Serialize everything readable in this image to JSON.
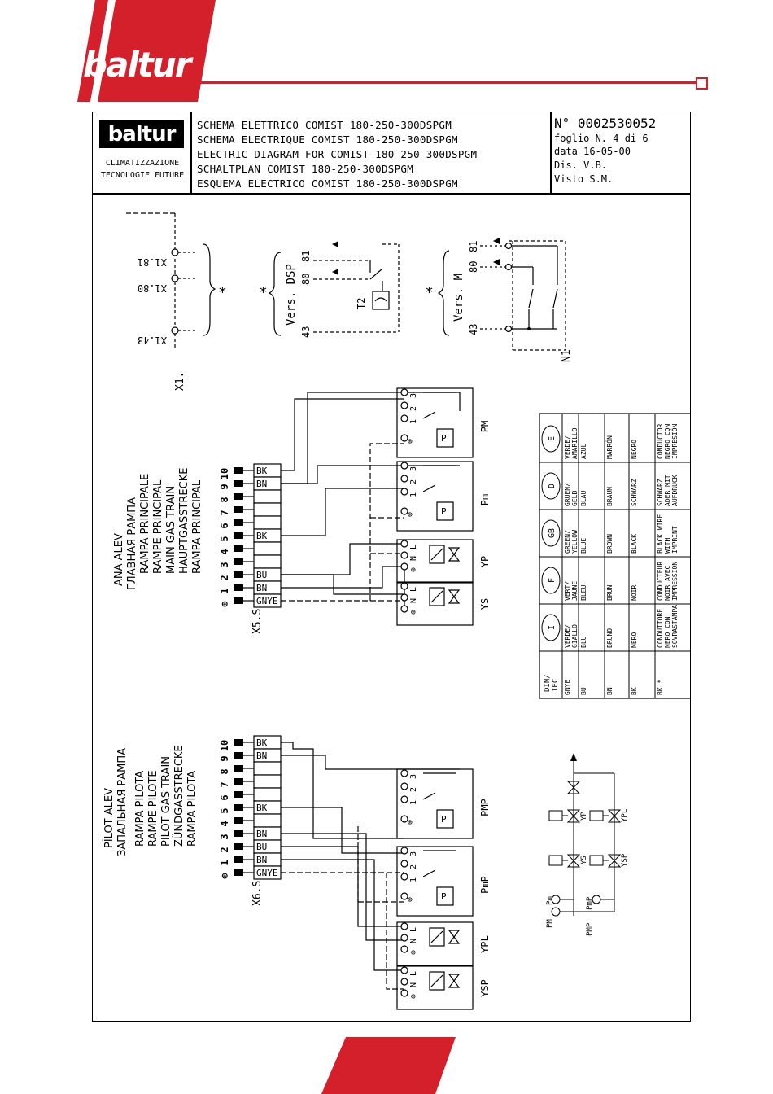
{
  "brand": {
    "logo_text": "baltur",
    "accent_color": "#d4202a",
    "company_lines": [
      "CLIMATIZZAZIONE",
      "TECNOLOGIE FUTURE"
    ]
  },
  "title_block": {
    "titles": [
      "SCHEMA ELETTRICO COMIST 180-250-300DSPGM",
      "SCHEMA ELECTRIQUE COMIST 180-250-300DSPGM",
      "ELECTRIC DIAGRAM FOR COMIST 180-250-300DSPGM",
      "SCHALTPLAN COMIST 180-250-300DSPGM",
      "ESQUEMA ELECTRICO COMIST 180-250-300DSPGM"
    ],
    "number": "N° 0002530052",
    "sheet": "foglio N. 4  di  6",
    "date": "data 16-05-00",
    "drawn": "Dis. V.B.",
    "checked": "Visto S.M."
  },
  "top_section": {
    "x1_label": "X1.",
    "x1_terminals": [
      "X1.81",
      "X1.80",
      "X1.43"
    ],
    "asterisk": "*",
    "dsp_label": "Vers. DSP",
    "dsp_numbers": [
      "81",
      "80",
      "43"
    ],
    "t2_label": "T2",
    "m_label": "Vers. M",
    "m_numbers": [
      "81",
      "80",
      "43"
    ],
    "n1_label": "N1"
  },
  "main_train": {
    "labels": [
      "ANA ALEV",
      "ГЛАВНАЯ РАМПА",
      "RAMPA PRINCIPALE",
      "RAMPE PRINCIPAL",
      "MAIN GAS TRAIN",
      "HAUPTGASSTRECKE",
      "RAMPA PRINCIPAL"
    ],
    "connector": "X5.S",
    "pins": [
      "⊕",
      "1",
      "2",
      "3",
      "4",
      "5",
      "6",
      "7",
      "8",
      "9",
      "10"
    ],
    "wires": [
      "GNYE",
      "BN",
      "BU",
      "",
      "",
      "BK",
      "",
      "",
      "",
      "BN",
      "BK"
    ],
    "devices": [
      "PM",
      "Pm",
      "YP",
      "YS"
    ],
    "switch_terminals": [
      "3",
      "2",
      "1"
    ],
    "valve_terminals": [
      "L",
      "N",
      "⊕"
    ],
    "pressostat_label": "P"
  },
  "pilot_train": {
    "labels": [
      "PİLOT ALEV",
      "ЗАПАЛЬНАЯ РАМПА",
      "RAMPA PILOTA",
      "RAMPE PILOTE",
      "PILOT GAS TRAIN",
      "ZÜNDGASSTRECKE",
      "RAMPA PILOTA"
    ],
    "connector": "X6.S",
    "pins": [
      "⊕",
      "1",
      "2",
      "3",
      "4",
      "5",
      "6",
      "7",
      "8",
      "9",
      "10"
    ],
    "wires": [
      "GNYE",
      "BN",
      "BU",
      "BN",
      "",
      "BK",
      "",
      "",
      "",
      "BN",
      "BK"
    ],
    "devices": [
      "PMP",
      "PmP",
      "YPL",
      "YSP"
    ]
  },
  "color_table": {
    "header": [
      "DIN/ IEC",
      "I",
      "F",
      "GB",
      "D",
      "E"
    ],
    "rows": [
      [
        "GNYE",
        "VERDE/ GIALLO",
        "VERT/ JAUNE",
        "GREEN/ YELLOW",
        "GRUEN/ GELB",
        "VERDE/ AMARILLO"
      ],
      [
        "BU",
        "BLU",
        "BLEU",
        "BLUE",
        "BLAU",
        "AZUL"
      ],
      [
        "BN",
        "BRUNO",
        "BRUN",
        "BROWN",
        "BRAUN",
        "MARRÓN"
      ],
      [
        "BK",
        "NERO",
        "NOIR",
        "BLACK",
        "SCHWARZ",
        "NEGRO"
      ],
      [
        "BK *",
        "CONDUTTORE NERO CON SOVRASTAMPA",
        "CONDUCTEUR NOIR AVEC IMPRESSION",
        "BLACK WIRE WITH IMPRINT",
        "SCHWARZ ADER MIT AUFDRUCK",
        "CONDUCTOR NEGRO CON IMPRESIÓN"
      ]
    ]
  },
  "gas_sketch": {
    "labels": [
      "YP",
      "YPL",
      "YS",
      "YSP",
      "PM",
      "Pm",
      "PMP",
      "PmP"
    ]
  }
}
